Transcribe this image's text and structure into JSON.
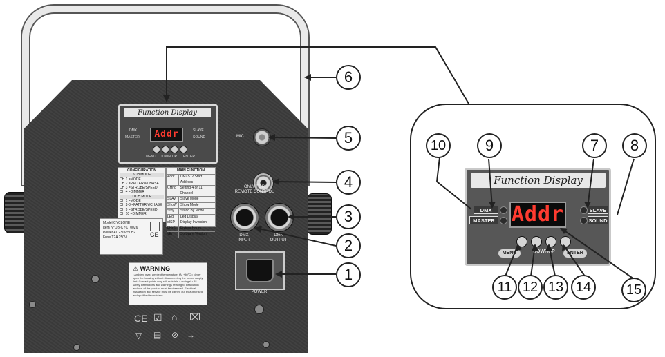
{
  "panel": {
    "title": "Function Display",
    "display_text": "Addr",
    "left_labels": [
      "DMX",
      "MASTER"
    ],
    "right_labels": [
      "SLAVE",
      "SOUND"
    ],
    "button_labels": [
      "MENU",
      "DOWN",
      "UP",
      "ENTER"
    ]
  },
  "config_table": {
    "title": "CONFIGURATION",
    "subtitle": "5CH MODE",
    "rows_a": [
      "CH 1  =MODE",
      "CH 2  =PATTERN/CHASE",
      "CH 3  =STROBE/SPEED",
      "CH 4  =DIMMER"
    ],
    "subtitle2": "11CH MODE",
    "rows_b": [
      "CH 1  =MODE",
      "CH 2-8 =PATTERN/CHASE",
      "CH 9  =STROBE/SPEED",
      "CH 10 =DIMMER"
    ]
  },
  "main_function": {
    "title": "MAIN FUNCTION",
    "rows": [
      {
        "code": "Addr",
        "desc": "DMX512 Start Address"
      },
      {
        "code": "CHnd",
        "desc": "Setting 4 or 11 Channel"
      },
      {
        "code": "SLAv",
        "desc": "Slave Mode"
      },
      {
        "code": "ShoW",
        "desc": "Show Mode"
      },
      {
        "code": "Stby",
        "desc": "Stand By Mode"
      },
      {
        "code": "LEd",
        "desc": "Led Display"
      },
      {
        "code": "dISP",
        "desc": "Display Inversion"
      },
      {
        "code": "FHrS",
        "desc": "Fixture Hours"
      },
      {
        "code": "vEr",
        "desc": "Software Version"
      }
    ]
  },
  "spec_label": {
    "rows": [
      "Model   CYCLONE",
      "Item N°  JB-CYCT0026",
      "Power   AC230V 50HZ",
      "Fuse     T2A 250V"
    ]
  },
  "warning": {
    "title": "WARNING",
    "text": "• Ambient max. ambient temperature: tA: +40°C • Never open the housing without disconnecting the power supply first. Contact points may still maintain a voltage! • All safety instructions and warnings relating to installation and use of the product must be observed. Electrical installation and service must be carried out by authorised and qualified technicians."
  },
  "connectors": {
    "mic": "MIC",
    "remote": "ONLY FOR\nREMOTE CONTROL",
    "dmx_in": "DMX\nINPUT",
    "dmx_out": "DMX\nOUTPUT",
    "power": "POWER"
  },
  "callouts": [
    "1",
    "2",
    "3",
    "4",
    "5",
    "6",
    "7",
    "8",
    "9",
    "10",
    "11",
    "12",
    "13",
    "14",
    "15"
  ],
  "colors": {
    "housing": "#3b3b3b",
    "display_led": "#ff3b30",
    "line": "#222222"
  }
}
